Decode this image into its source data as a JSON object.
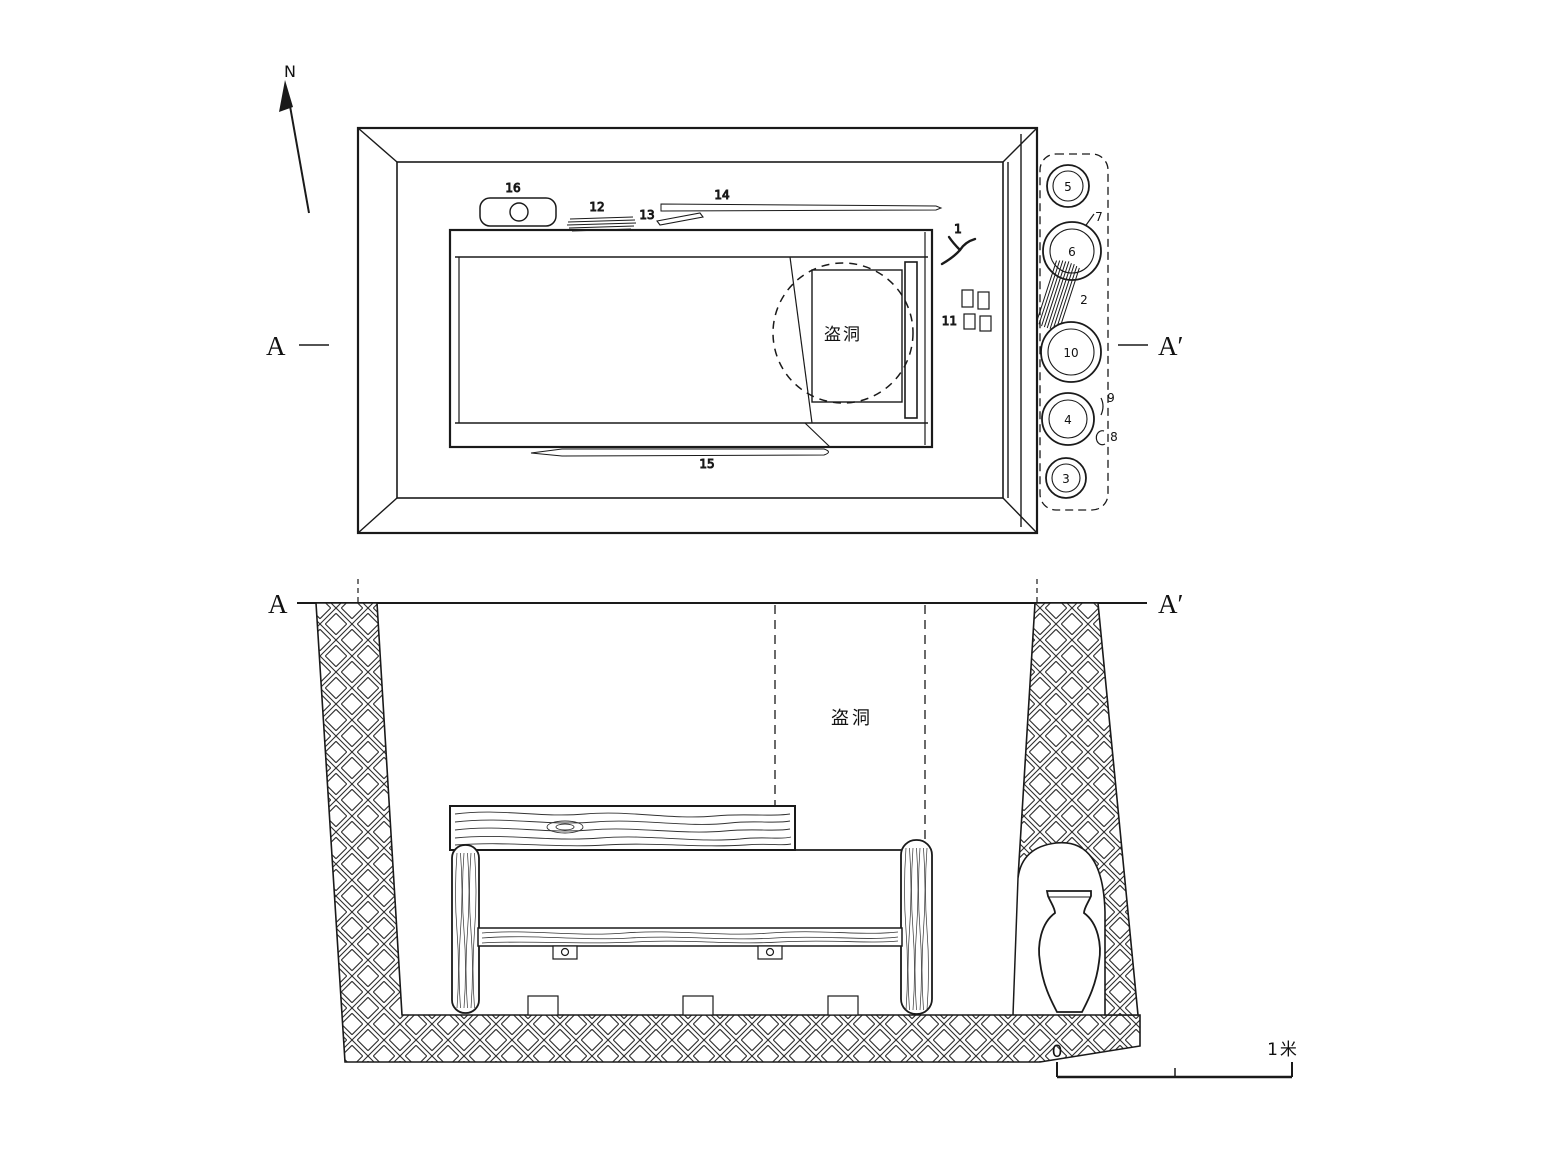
{
  "colors": {
    "ink": "#1a1a1a",
    "background": "#ffffff"
  },
  "compass": {
    "north": "N"
  },
  "plan": {
    "marker_left": "A",
    "marker_right": "A′",
    "robber_hole": "盗洞",
    "labels": {
      "a1": "1",
      "a11": "11",
      "a12": "12",
      "a13": "13",
      "a14": "14",
      "a15": "15",
      "a16": "16"
    },
    "niche": {
      "v5": "5",
      "v6": "6",
      "v10": "10",
      "v4": "4",
      "v3": "3",
      "i7": "7",
      "i2": "2",
      "i9": "9",
      "i8": "8"
    }
  },
  "section": {
    "marker_left": "A",
    "marker_right": "A′",
    "robber_hole": "盗洞"
  },
  "scale_bar": {
    "zero": "0",
    "max": "1米"
  }
}
